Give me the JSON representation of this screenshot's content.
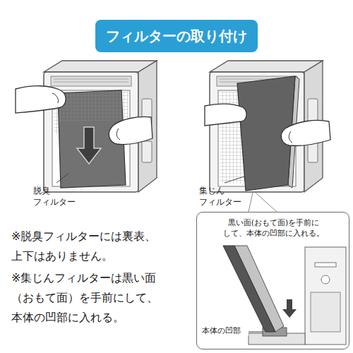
{
  "diagram": {
    "title": "フィルターの取り付け",
    "nodes": [
      {
        "text": [
          "黒い面(おもて面)を手前に して、本体の凹部に入れる。",
          "本体の凹部"
        ]
      }
    ],
    "labels": [
      "脱臭 フィルター",
      "集じん フィルター",
      "※脱臭フィルターには裏表、 上下はありません。",
      "※集じんフィルターは黒い面 （おもて面）を手前にして、 本体の凹部に入れる。"
    ]
  }
}
